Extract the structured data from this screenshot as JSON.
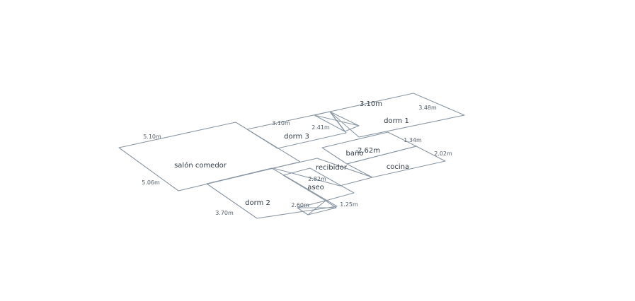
{
  "rooms": {
    "salon_comedor": "salón comedor",
    "dorm_1": "dorm 1",
    "dorm_2": "dorm 2",
    "dorm_3": "dorm 3",
    "bano": "baño",
    "cocina": "cocina",
    "recibidor": "recibidor",
    "aseo": "aseo"
  },
  "dimensions": {
    "salon_top": "5.10m",
    "salon_left": "5.06m",
    "dorm2_bottom": "3.70m",
    "dorm3_top": "3.10m",
    "dorm1_top": "3.10m",
    "dorm1_right": "3.48m",
    "dorm3_closet": "2.41m",
    "bano_top": "2.62m",
    "bano_right": "1.34m",
    "cocina_right": "2.02m",
    "aseo_top": "2.82m",
    "dorm2_closet": "2.60m",
    "closet_right": "1.25m"
  },
  "colors": {
    "wall": "#8a97a3",
    "text": "#2f3a44"
  }
}
